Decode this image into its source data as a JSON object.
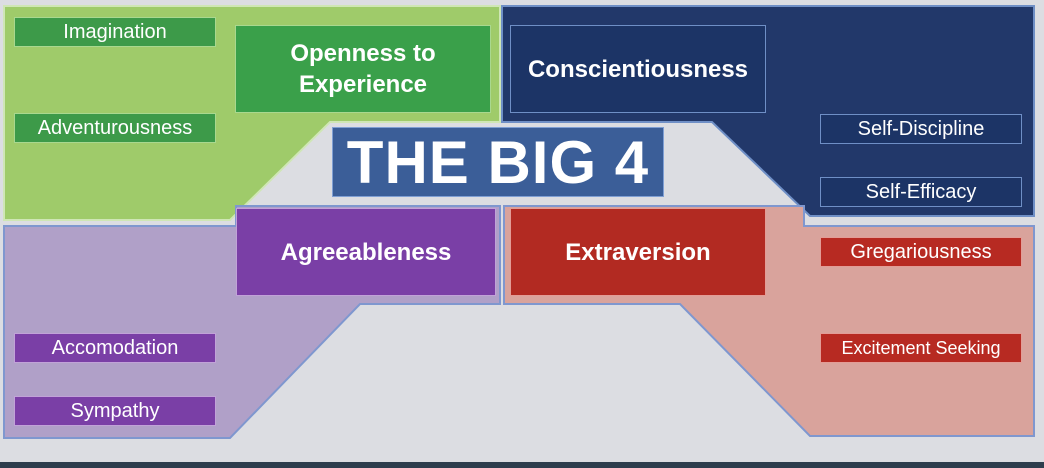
{
  "title": "THE BIG 4",
  "colors": {
    "openness": "#3aa04a",
    "openness_panel": "#9fcb6a",
    "conscientiousness": "#1c3466",
    "conscientiousness_panel": "#22386a",
    "agreeableness": "#7a3fa6",
    "agreeableness_panel": "#b0a0c8",
    "extraversion": "#b22a22",
    "extraversion_panel": "#d9a39c",
    "title_box": "#3b5e98"
  },
  "traits": {
    "openness": {
      "label": "Openness to\nExperience",
      "facets": [
        "Imagination",
        "Adventurousness"
      ]
    },
    "conscientiousness": {
      "label": "Conscientiousness",
      "facets": [
        "Self-Discipline",
        "Self-Efficacy"
      ]
    },
    "agreeableness": {
      "label": "Agreeableness",
      "facets": [
        "Accomodation",
        "Sympathy"
      ]
    },
    "extraversion": {
      "label": "Extraversion",
      "facets": [
        "Gregariousness",
        "Excitement Seeking"
      ]
    }
  }
}
